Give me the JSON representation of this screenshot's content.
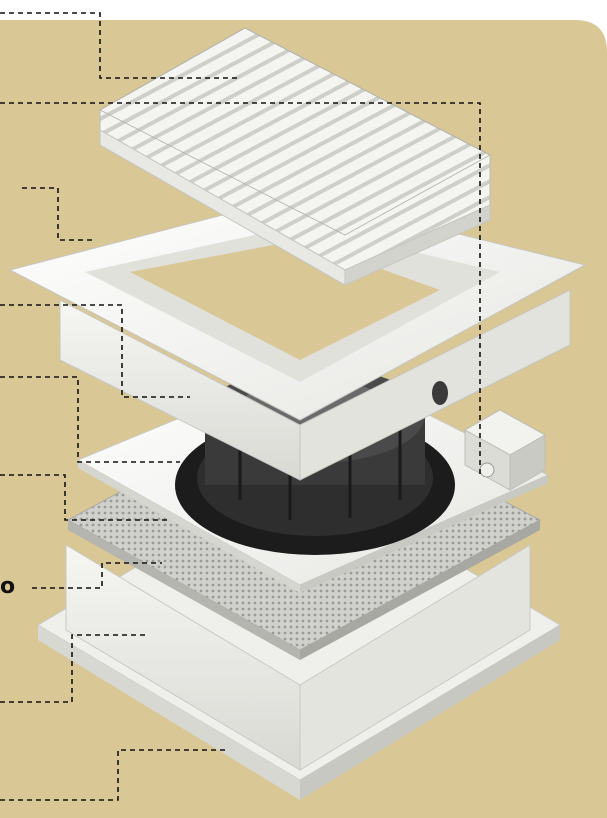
{
  "diagram": {
    "description_visible_text": "o",
    "label_fragments": [
      {
        "id": "cut-label-1",
        "text": "o"
      }
    ],
    "colors": {
      "panel_background": "#d9c795",
      "part_white": "#f4f4f1",
      "part_shade": "#d6d6d1",
      "fan_dark": "#1c1c1c",
      "leader_line": "#111111",
      "mesh": "#bfbfbf"
    },
    "components": [
      {
        "name": "louvered-grille",
        "kind": "top cover with slatted louvers"
      },
      {
        "name": "square-frame",
        "kind": "flanged square housing frame"
      },
      {
        "name": "junction-box",
        "kind": "terminal box with cable gland"
      },
      {
        "name": "fan-plate",
        "kind": "mounting plate with axial fan"
      },
      {
        "name": "filter-mesh",
        "kind": "perforated filter mesh"
      },
      {
        "name": "base-housing",
        "kind": "bottom housing with flange"
      }
    ]
  }
}
